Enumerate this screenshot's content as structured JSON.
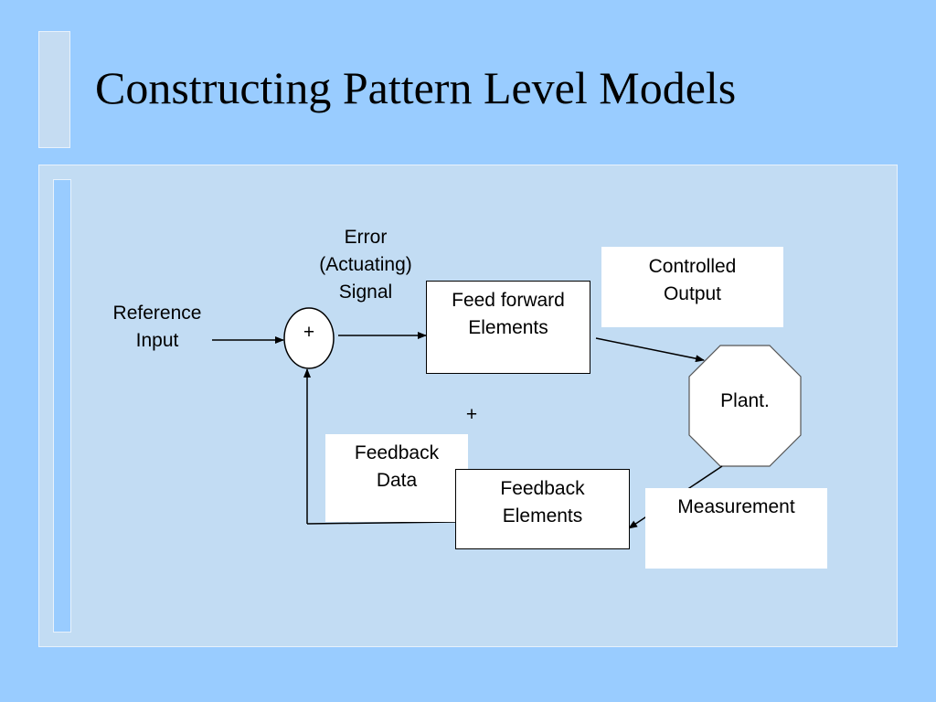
{
  "slide": {
    "title": "Constructing Pattern Level Models"
  },
  "diagram": {
    "reference_input": [
      "Reference",
      "Input"
    ],
    "summing_sign": "+",
    "error_signal": [
      "Error",
      "(Actuating)",
      "Signal"
    ],
    "feed_forward": [
      "Feed forward",
      "Elements"
    ],
    "controlled_output": [
      "Controlled",
      "Output"
    ],
    "plant": "Plant.",
    "feedback_plus": "+",
    "feedback_data": [
      "Feedback",
      "Data"
    ],
    "feedback_elements": [
      "Feedback",
      "Elements"
    ],
    "measurement": "Measurement"
  },
  "colors": {
    "background": "#99ccff",
    "panel": "#c2dcf3"
  }
}
